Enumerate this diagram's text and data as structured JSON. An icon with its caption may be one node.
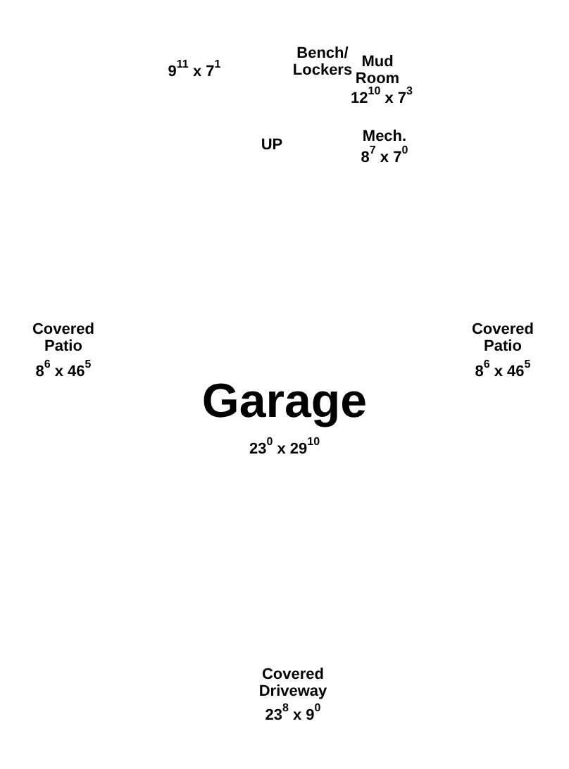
{
  "diagram": {
    "labels": [
      "Bench/ Lockers",
      "Mud Room",
      "9$^{11}$ x 7$^{1}$",
      "12$^{10}$ x 7$^{3}$",
      "Mech.",
      "UP",
      "8$^{7}$ x 7$^{0}$",
      "Covered Patio",
      "Covered Patio",
      "8$^{6}$ x 46$^{5}$",
      "8$^{6}$ x 46$^{5}$",
      "Garage",
      "23$^{0}$ x 29$^{10}$",
      "Covered Driveway",
      "23$^{8}$ x 9$^{0}$"
    ]
  }
}
